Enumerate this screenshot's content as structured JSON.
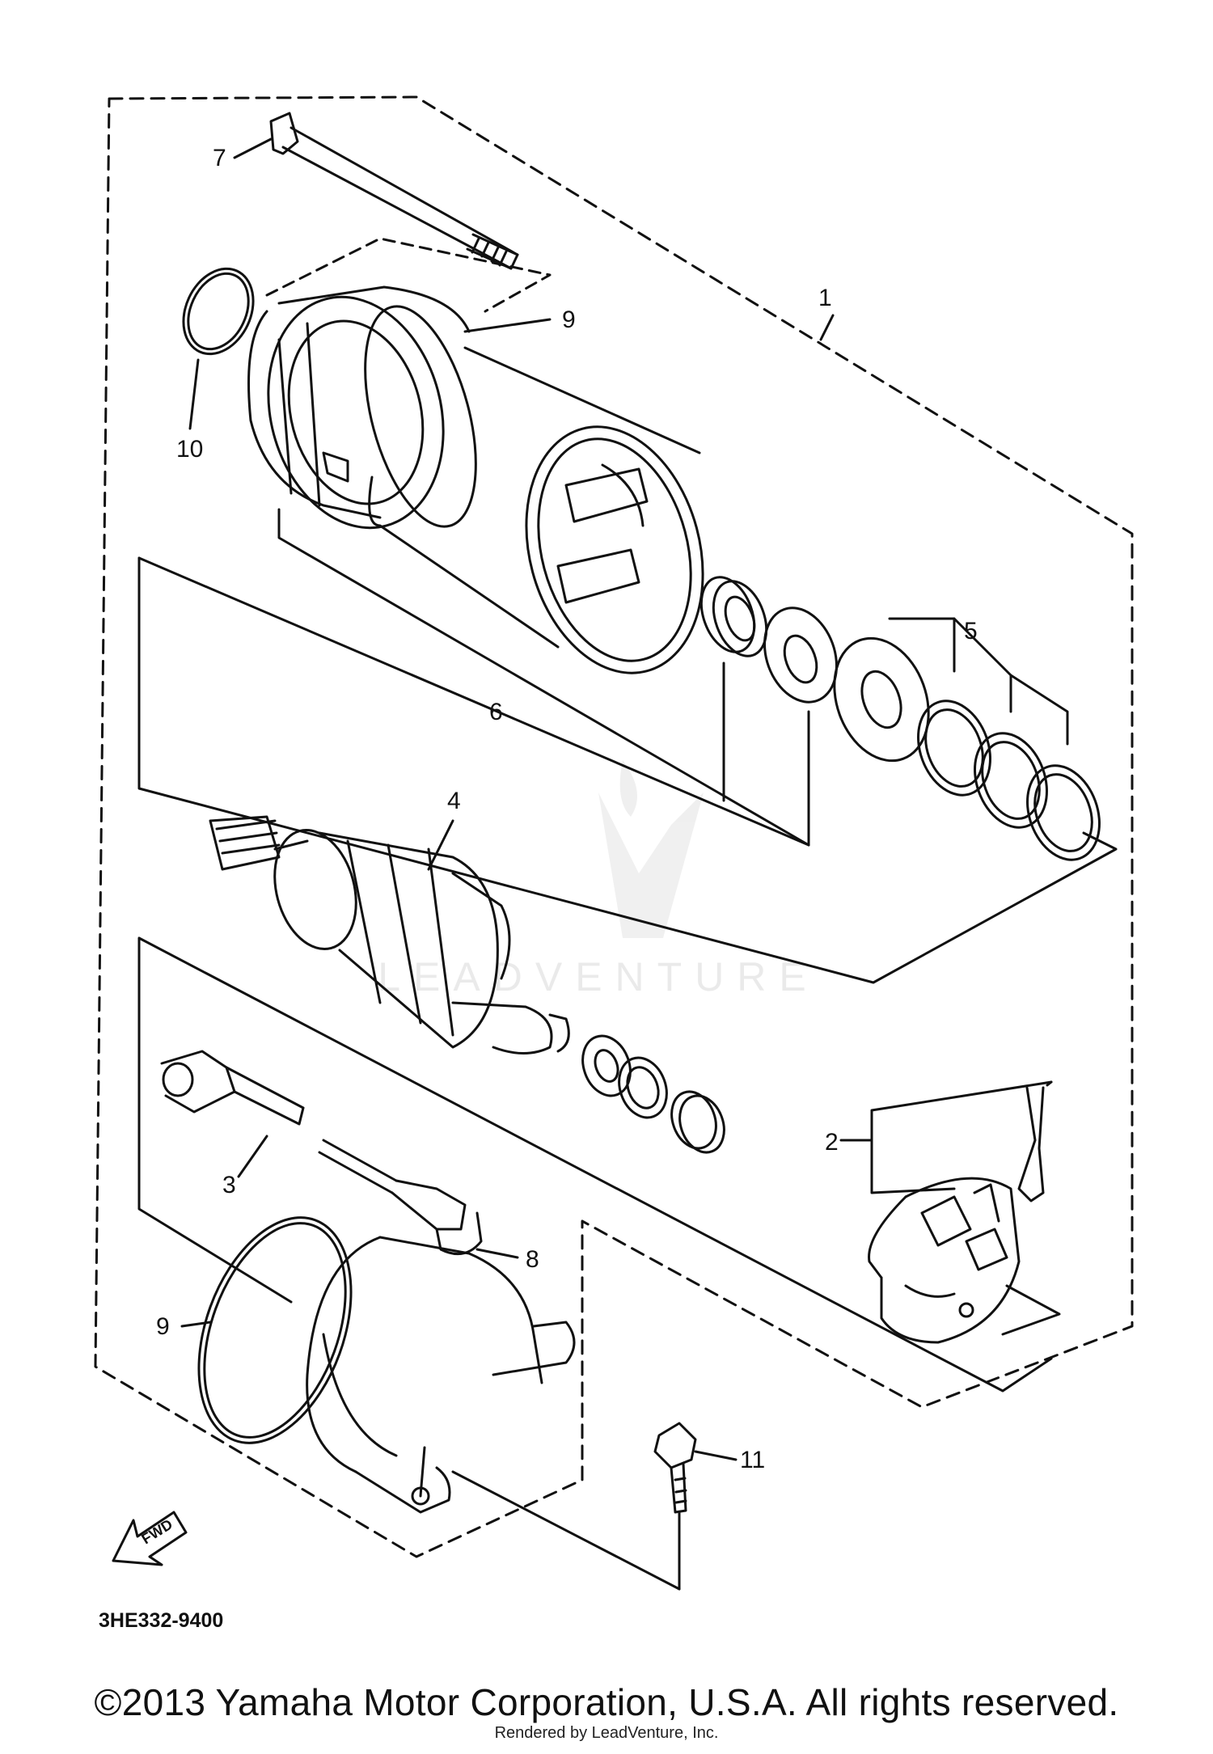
{
  "diagram": {
    "diagram_code": "3HE332-9400",
    "fwd_label": "FWD",
    "watermark": "LEADVENTURE",
    "callouts": {
      "c1": "1",
      "c2": "2",
      "c3": "3",
      "c4": "4",
      "c5": "5",
      "c6": "6",
      "c7": "7",
      "c8": "8",
      "c9a": "9",
      "c9b": "9",
      "c10": "10",
      "c11": "11"
    }
  },
  "footer": {
    "copyright": "©2013 Yamaha Motor Corporation, U.S.A. All rights reserved.",
    "rendered_by": "Rendered by LeadVenture, Inc."
  },
  "colors": {
    "ink": "#111111",
    "background": "#ffffff"
  }
}
